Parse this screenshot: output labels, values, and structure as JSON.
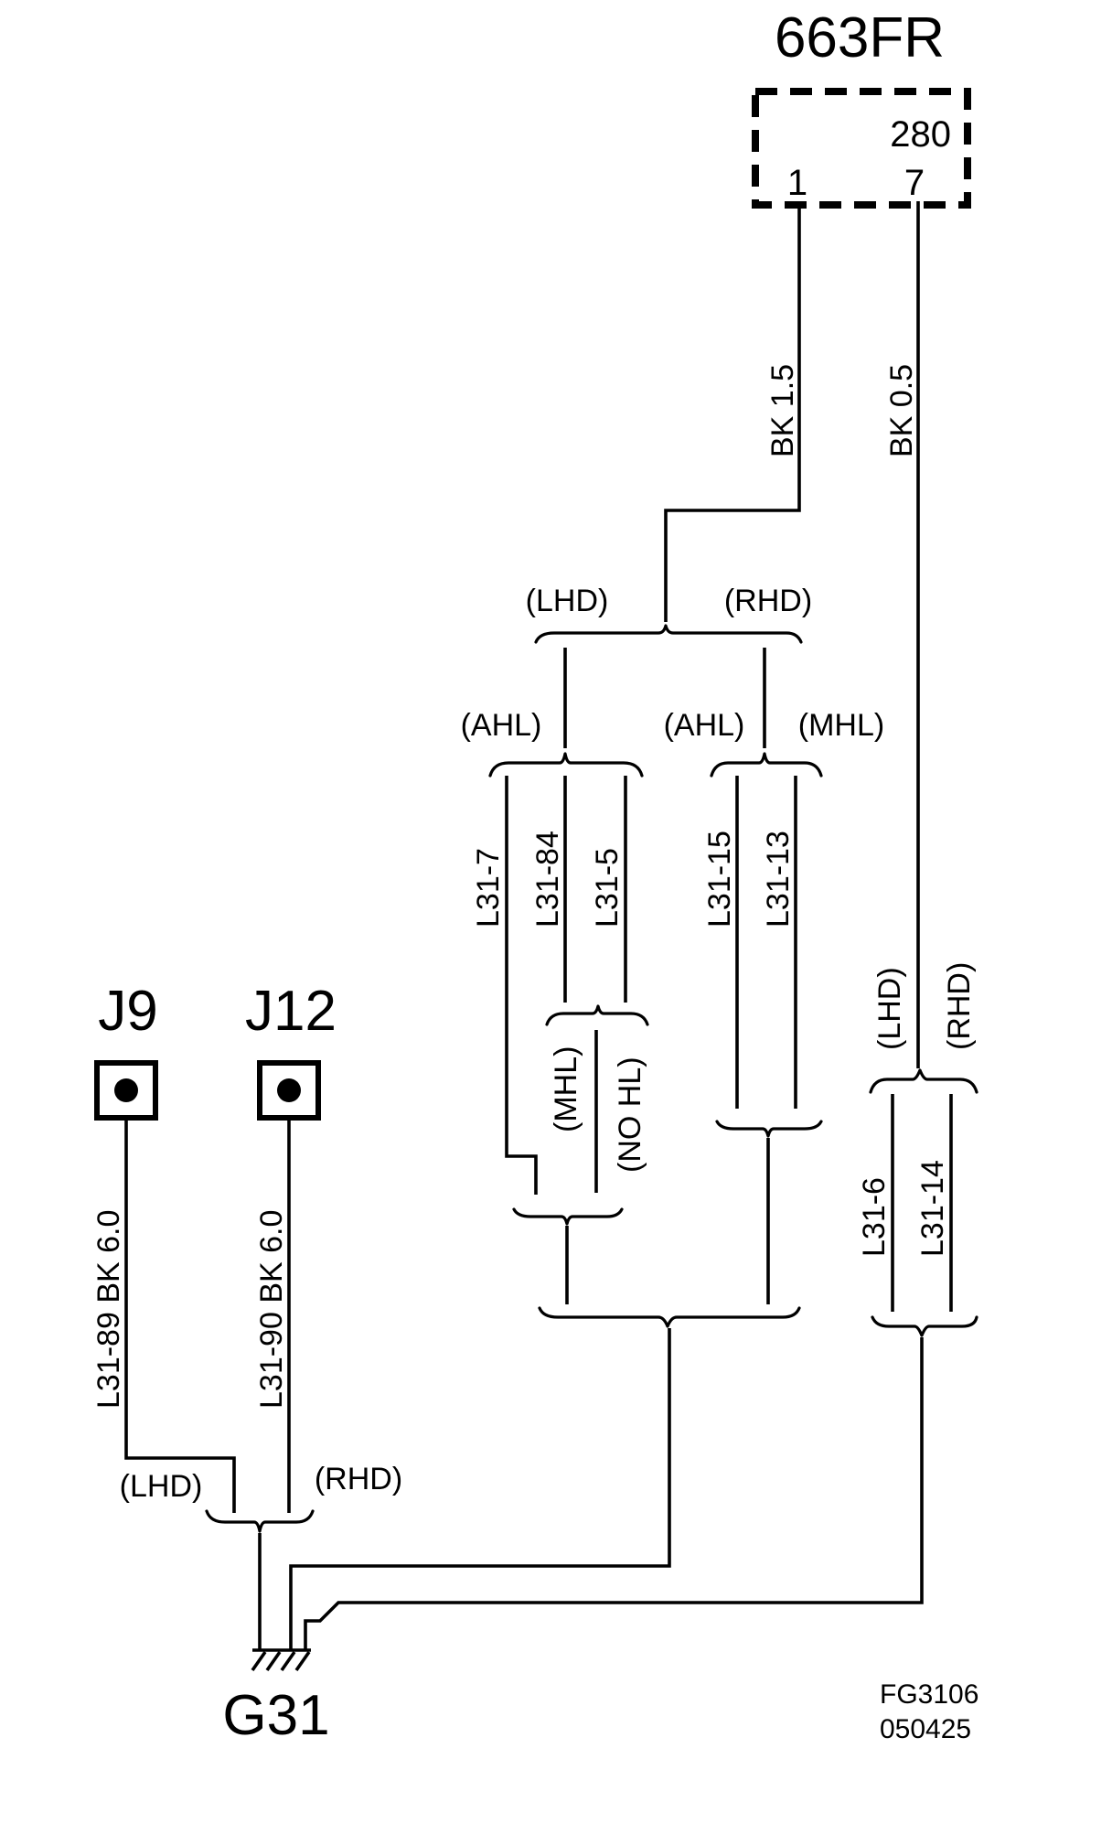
{
  "component": {
    "name": "663FR",
    "connector": "280",
    "pin_left": "1",
    "pin_right": "7"
  },
  "wires": {
    "pin1": "BK  1.5",
    "pin7": "BK  0.5",
    "j9": "L31-89  BK  6.0",
    "j12": "L31-90  BK  6.0"
  },
  "options": {
    "lhd": "(LHD)",
    "rhd": "(RHD)",
    "ahl": "(AHL)",
    "mhl": "(MHL)",
    "no_hl": "(NO HL)"
  },
  "splices": {
    "l31_7": "L31-7",
    "l31_84": "L31-84",
    "l31_5": "L31-5",
    "l31_15": "L31-15",
    "l31_13": "L31-13",
    "l31_6": "L31-6",
    "l31_14": "L31-14"
  },
  "connectors": {
    "j9": "J9",
    "j12": "J12"
  },
  "ground": {
    "name": "G31"
  },
  "figure": {
    "id": "FG3106",
    "date": "050425"
  }
}
